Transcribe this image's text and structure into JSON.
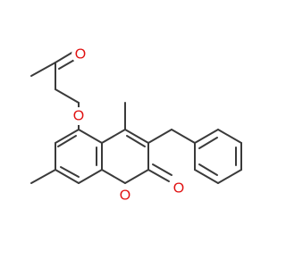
{
  "molecule": {
    "atoms": {
      "ketone_oxygen": "O",
      "ether_oxygen": "O",
      "ring_oxygen": "O",
      "lactone_oxygen": "O"
    },
    "colors": {
      "bond": "#3a3a3a",
      "oxygen": "#e01010",
      "background": "#ffffff"
    }
  }
}
